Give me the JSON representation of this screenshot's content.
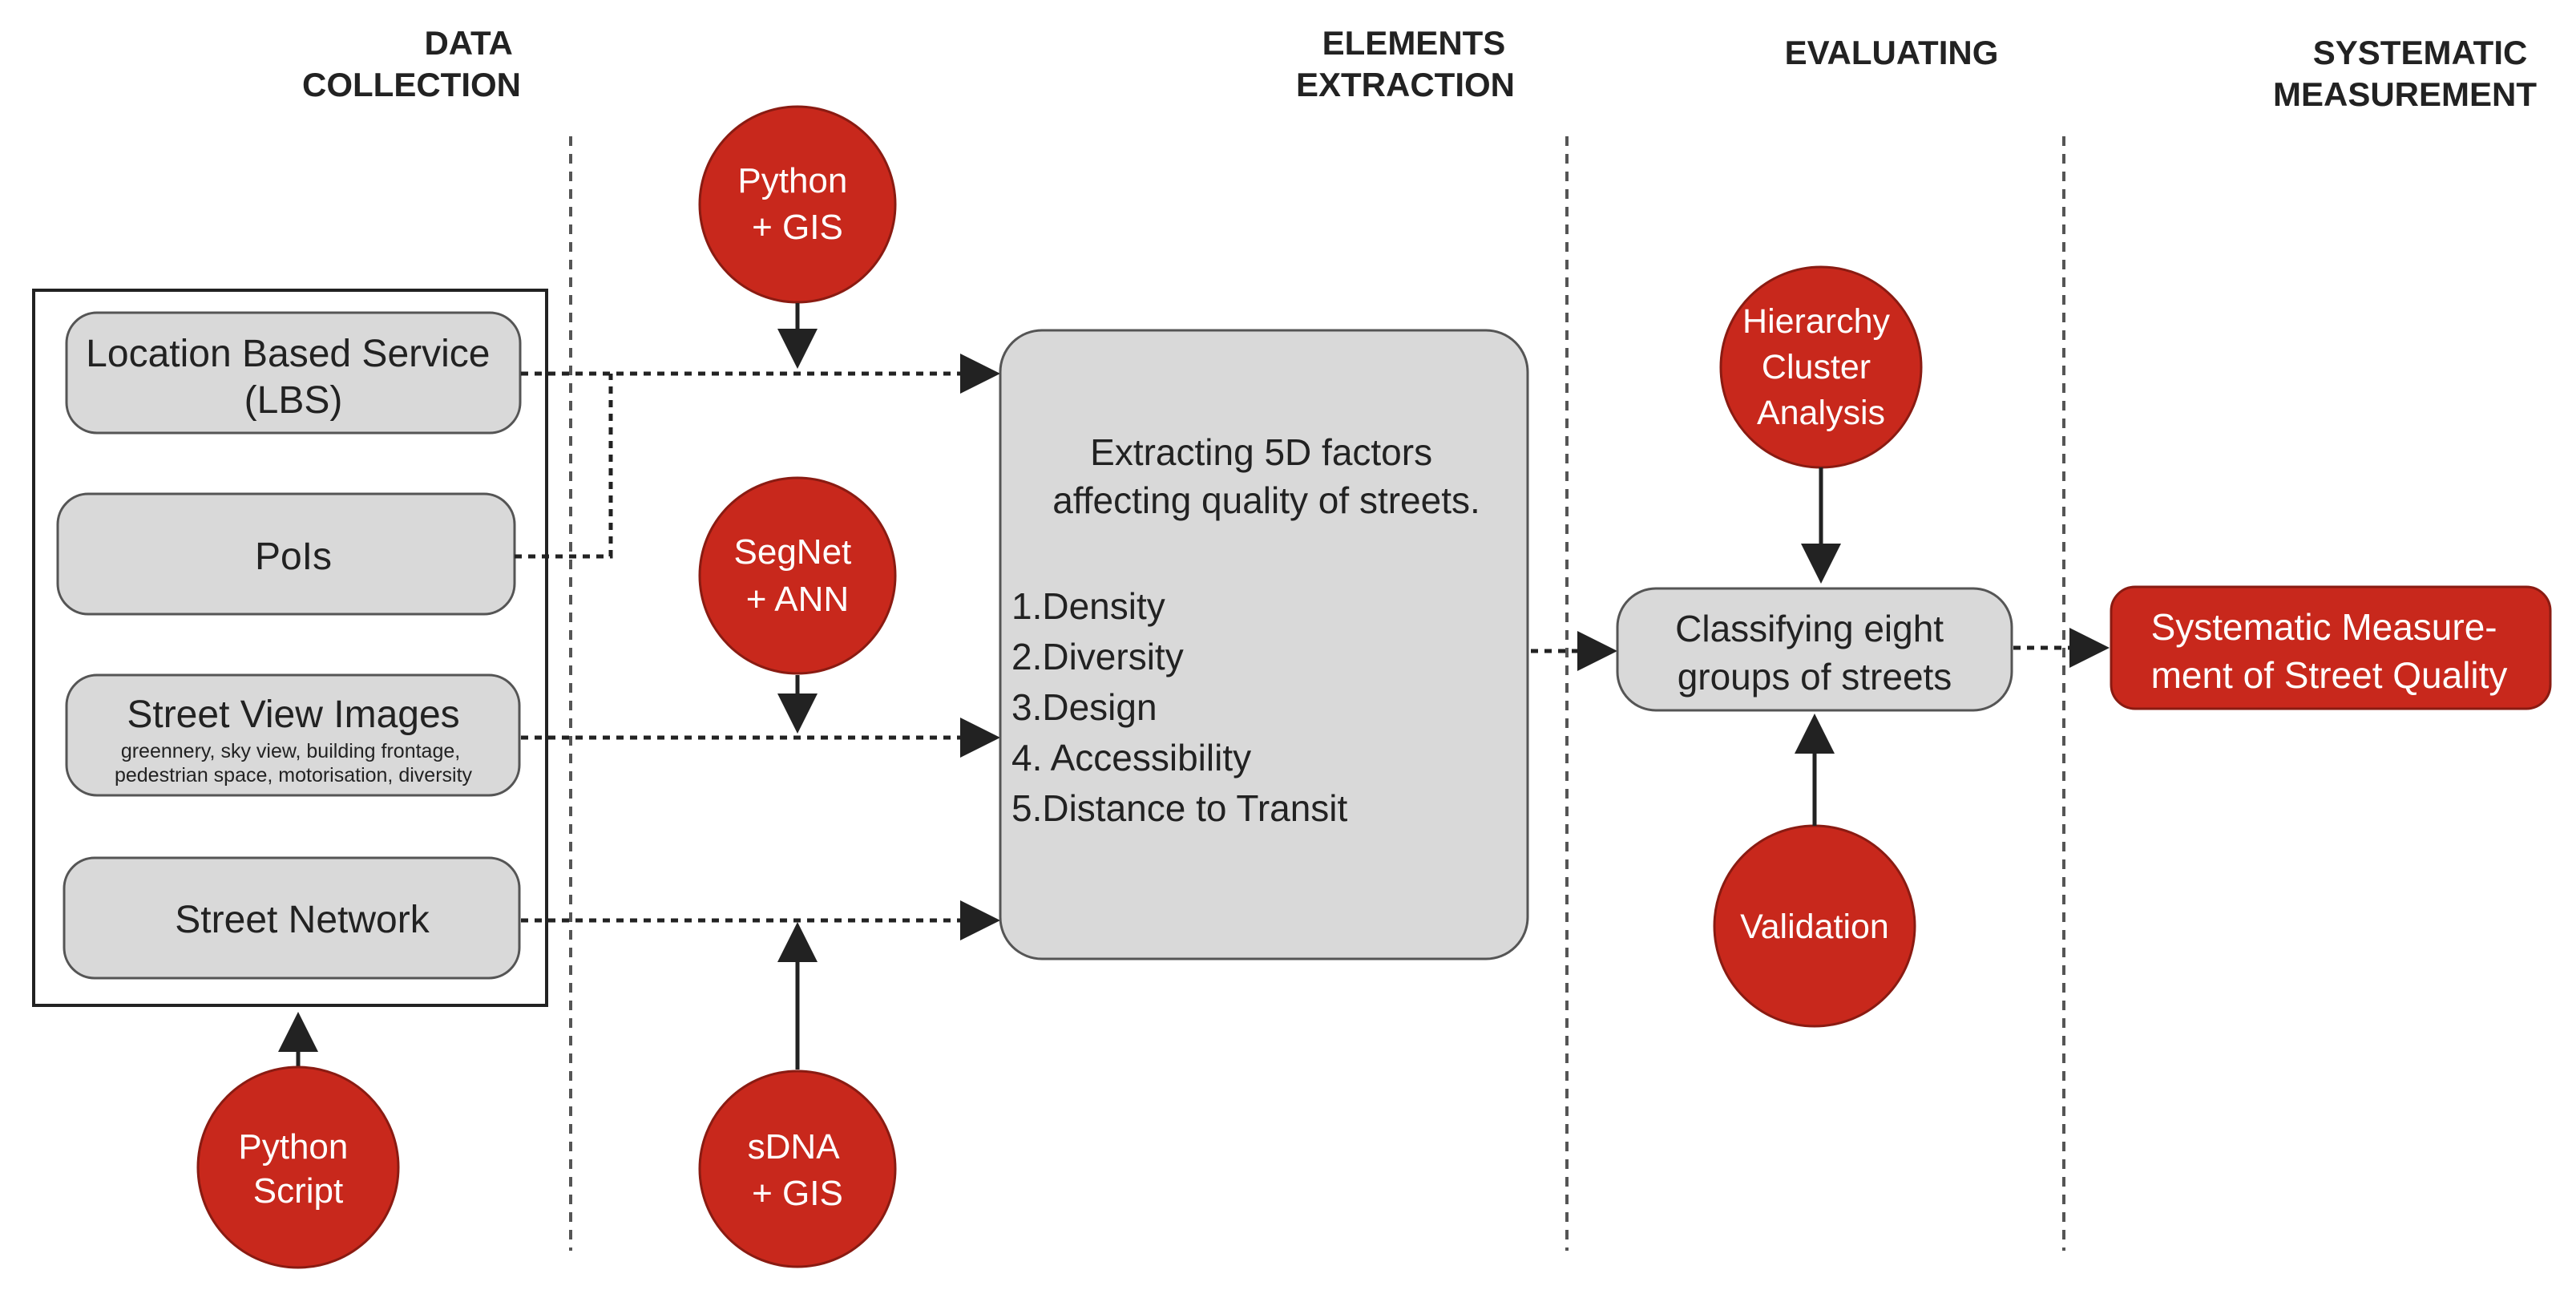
{
  "headers": {
    "data_collection": [
      "DATA",
      "COLLECTION"
    ],
    "elements_extraction": [
      "ELEMENTS",
      "EXTRACTION"
    ],
    "evaluating": [
      "EVALUATING"
    ],
    "systematic_measurement": [
      "SYSTEMATIC",
      "MEASUREMENT"
    ]
  },
  "sources": {
    "lbs": [
      "Location Based Service",
      "(LBS)"
    ],
    "pois": "PoIs",
    "street_view": {
      "title": "Street View Images",
      "details": [
        "greennery, sky view, building frontage,",
        "pedestrian space, motorisation, diversity"
      ]
    },
    "street_network": "Street Network"
  },
  "tools": {
    "python_gis": [
      "Python",
      "+ GIS"
    ],
    "segnet_ann": [
      "SegNet",
      "+ ANN"
    ],
    "sdna_gis": [
      "sDNA",
      "+ GIS"
    ],
    "python_script": [
      "Python",
      "Script"
    ],
    "hierarchy": [
      "Hierarchy",
      "Cluster",
      "Analysis"
    ],
    "validation": [
      "Validation"
    ]
  },
  "extraction": {
    "intro": [
      "Extracting 5D factors",
      "affecting quality of streets."
    ],
    "factors": [
      "1.Density",
      "2.Diversity",
      "3.Design",
      "4. Accessibility",
      "5.Distance to Transit"
    ]
  },
  "classifying": [
    "Classifying eight",
    "groups of streets"
  ],
  "measurement": [
    "Systematic Measure-",
    "ment of Street Quality"
  ],
  "colors": {
    "red": "#c8281c",
    "box_fill": "#d9d9d9"
  }
}
